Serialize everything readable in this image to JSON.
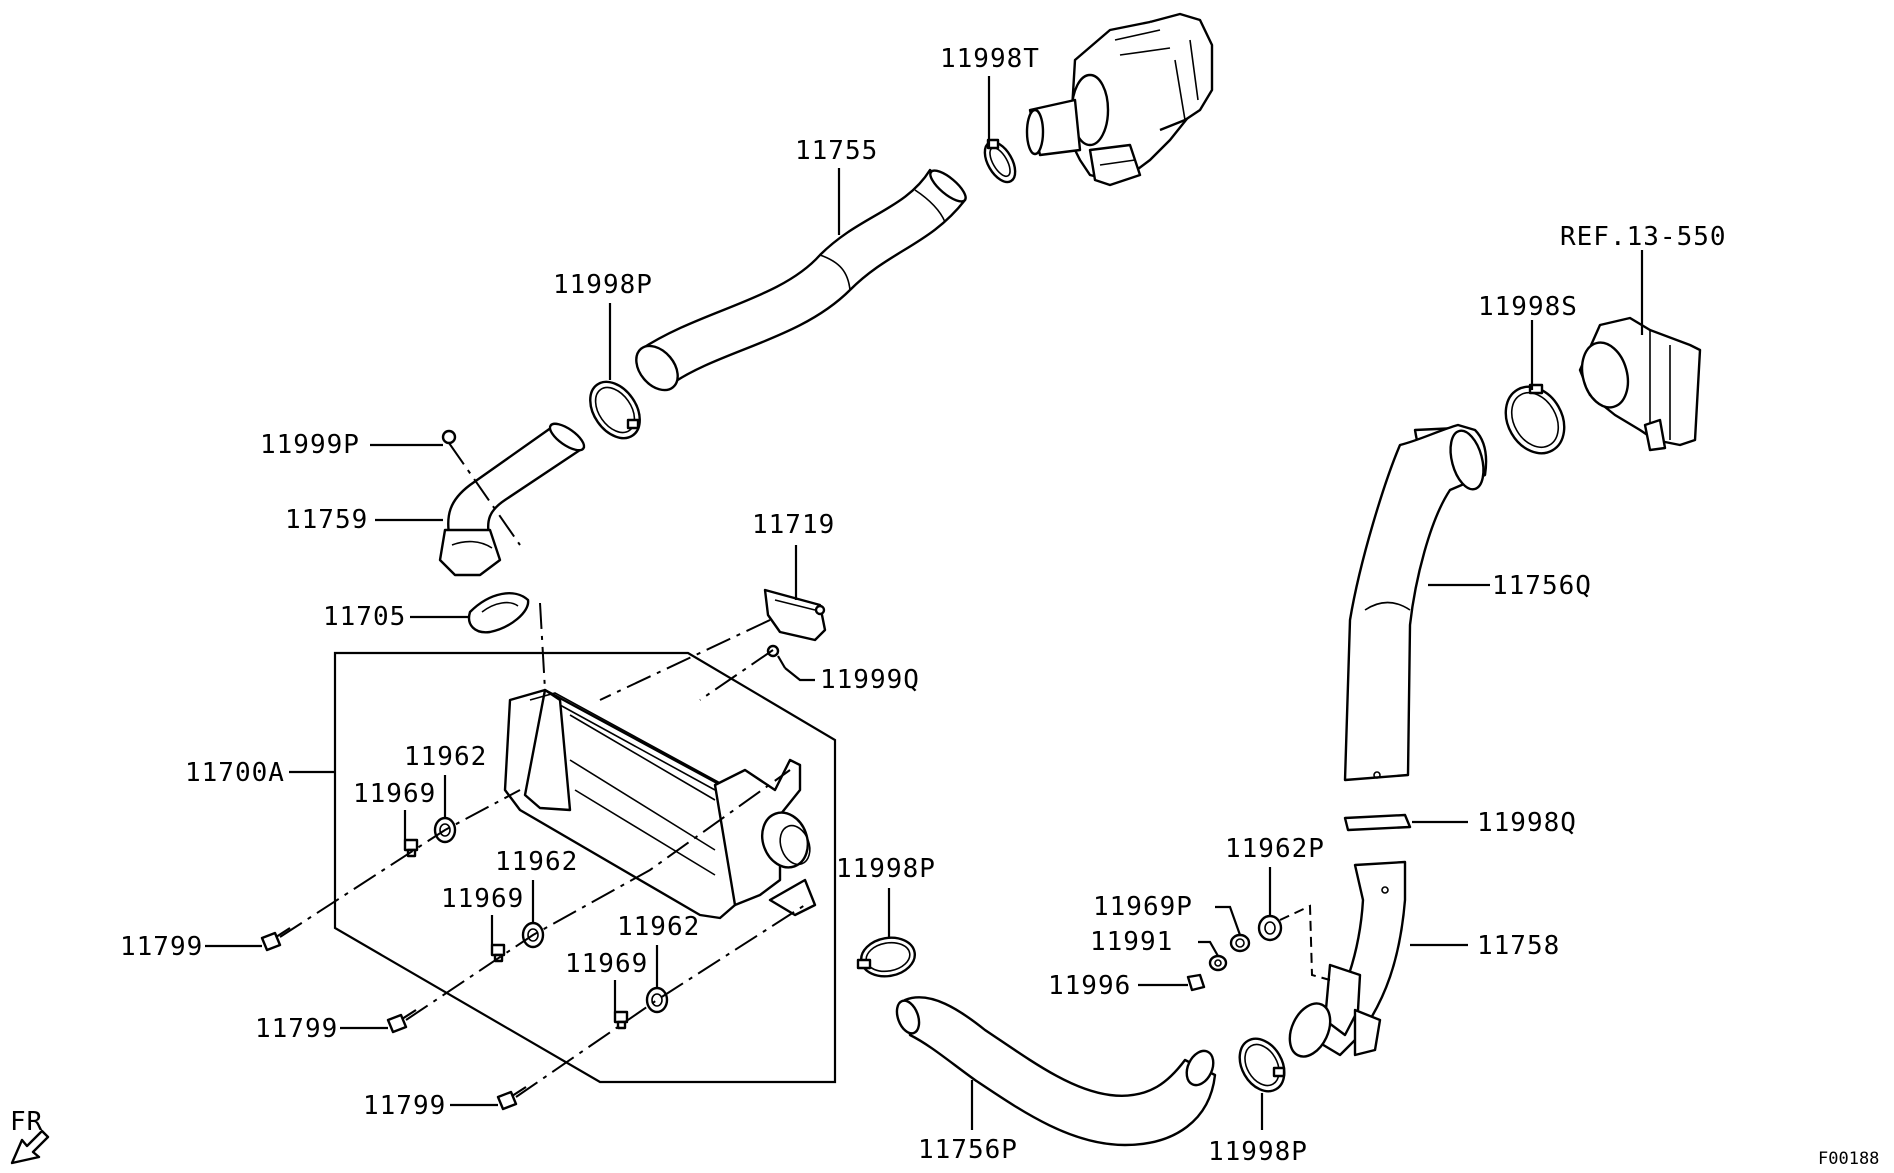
{
  "labels": {
    "p11998T": "11998T",
    "p11755": "11755",
    "p11998P_a": "11998P",
    "p11999P": "11999P",
    "p11759": "11759",
    "p11705": "11705",
    "p11719": "11719",
    "p11999Q": "11999Q",
    "p11700A": "11700A",
    "p11962_a": "11962",
    "p11969_a": "11969",
    "p11962_b": "11962",
    "p11969_b": "11969",
    "p11962_c": "11962",
    "p11969_c": "11969",
    "p11799_a": "11799",
    "p11799_b": "11799",
    "p11799_c": "11799",
    "p11998P_b": "11998P",
    "p11756P": "11756P",
    "p11998P_c": "11998P",
    "ref": "REF.13-550",
    "p11998S": "11998S",
    "p11756Q": "11756Q",
    "p11998Q": "11998Q",
    "p11962P": "11962P",
    "p11969P": "11969P",
    "p11991": "11991",
    "p11996": "11996",
    "p11758": "11758",
    "front": "FR",
    "figure_code": "F00188"
  }
}
